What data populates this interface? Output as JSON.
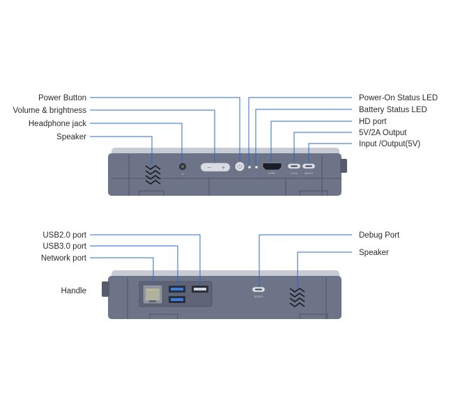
{
  "front_view": {
    "labels_left": {
      "power_button": "Power Button",
      "volume_brightness": "Volume & brightness",
      "headphone_jack": "Headphone jack",
      "speaker": "Speaker"
    },
    "labels_right": {
      "power_on_led": "Power-On Status LED",
      "battery_led": "Battery Status LED",
      "hd_port": "HD port",
      "usb_c_output": "5V/2A Output",
      "usb_c_input_output": "Input /Output(5V)"
    },
    "volume_minus": "−",
    "volume_plus": "+"
  },
  "back_view": {
    "labels_left": {
      "usb2_port": "USB2.0 port",
      "usb3_port": "USB3.0 port",
      "network_port": "Network port",
      "handle": "Handle"
    },
    "labels_right": {
      "debug_port": "Debug Port",
      "speaker": "Speaker"
    }
  },
  "colors": {
    "leader_line": "#2f66c8",
    "device_body": "#6e7487",
    "device_top": "#c9cbd4",
    "usb3_blue": "#3a7fd8"
  }
}
